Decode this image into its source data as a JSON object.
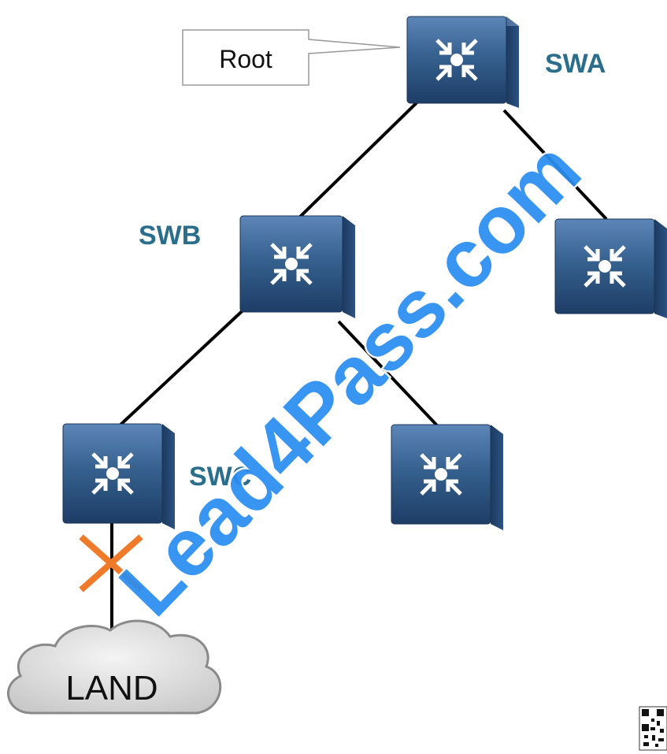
{
  "diagram": {
    "root_callout": "Root",
    "switches": [
      {
        "id": "swa",
        "label": "SWA"
      },
      {
        "id": "swb",
        "label": "SWB"
      },
      {
        "id": "swc",
        "label": "SWC"
      },
      {
        "id": "sw-right",
        "label": ""
      },
      {
        "id": "sw-middle",
        "label": ""
      }
    ],
    "cloud_label": "LAND",
    "failed_link_marker": "x-mark-icon",
    "watermark": "Lead4Pass.com",
    "colors": {
      "switch_body": "#2f5a8e",
      "label": "#2a6e8c",
      "failure_mark": "#ee7a2a",
      "watermark": "#2a8ef0",
      "link": "#000000"
    }
  }
}
